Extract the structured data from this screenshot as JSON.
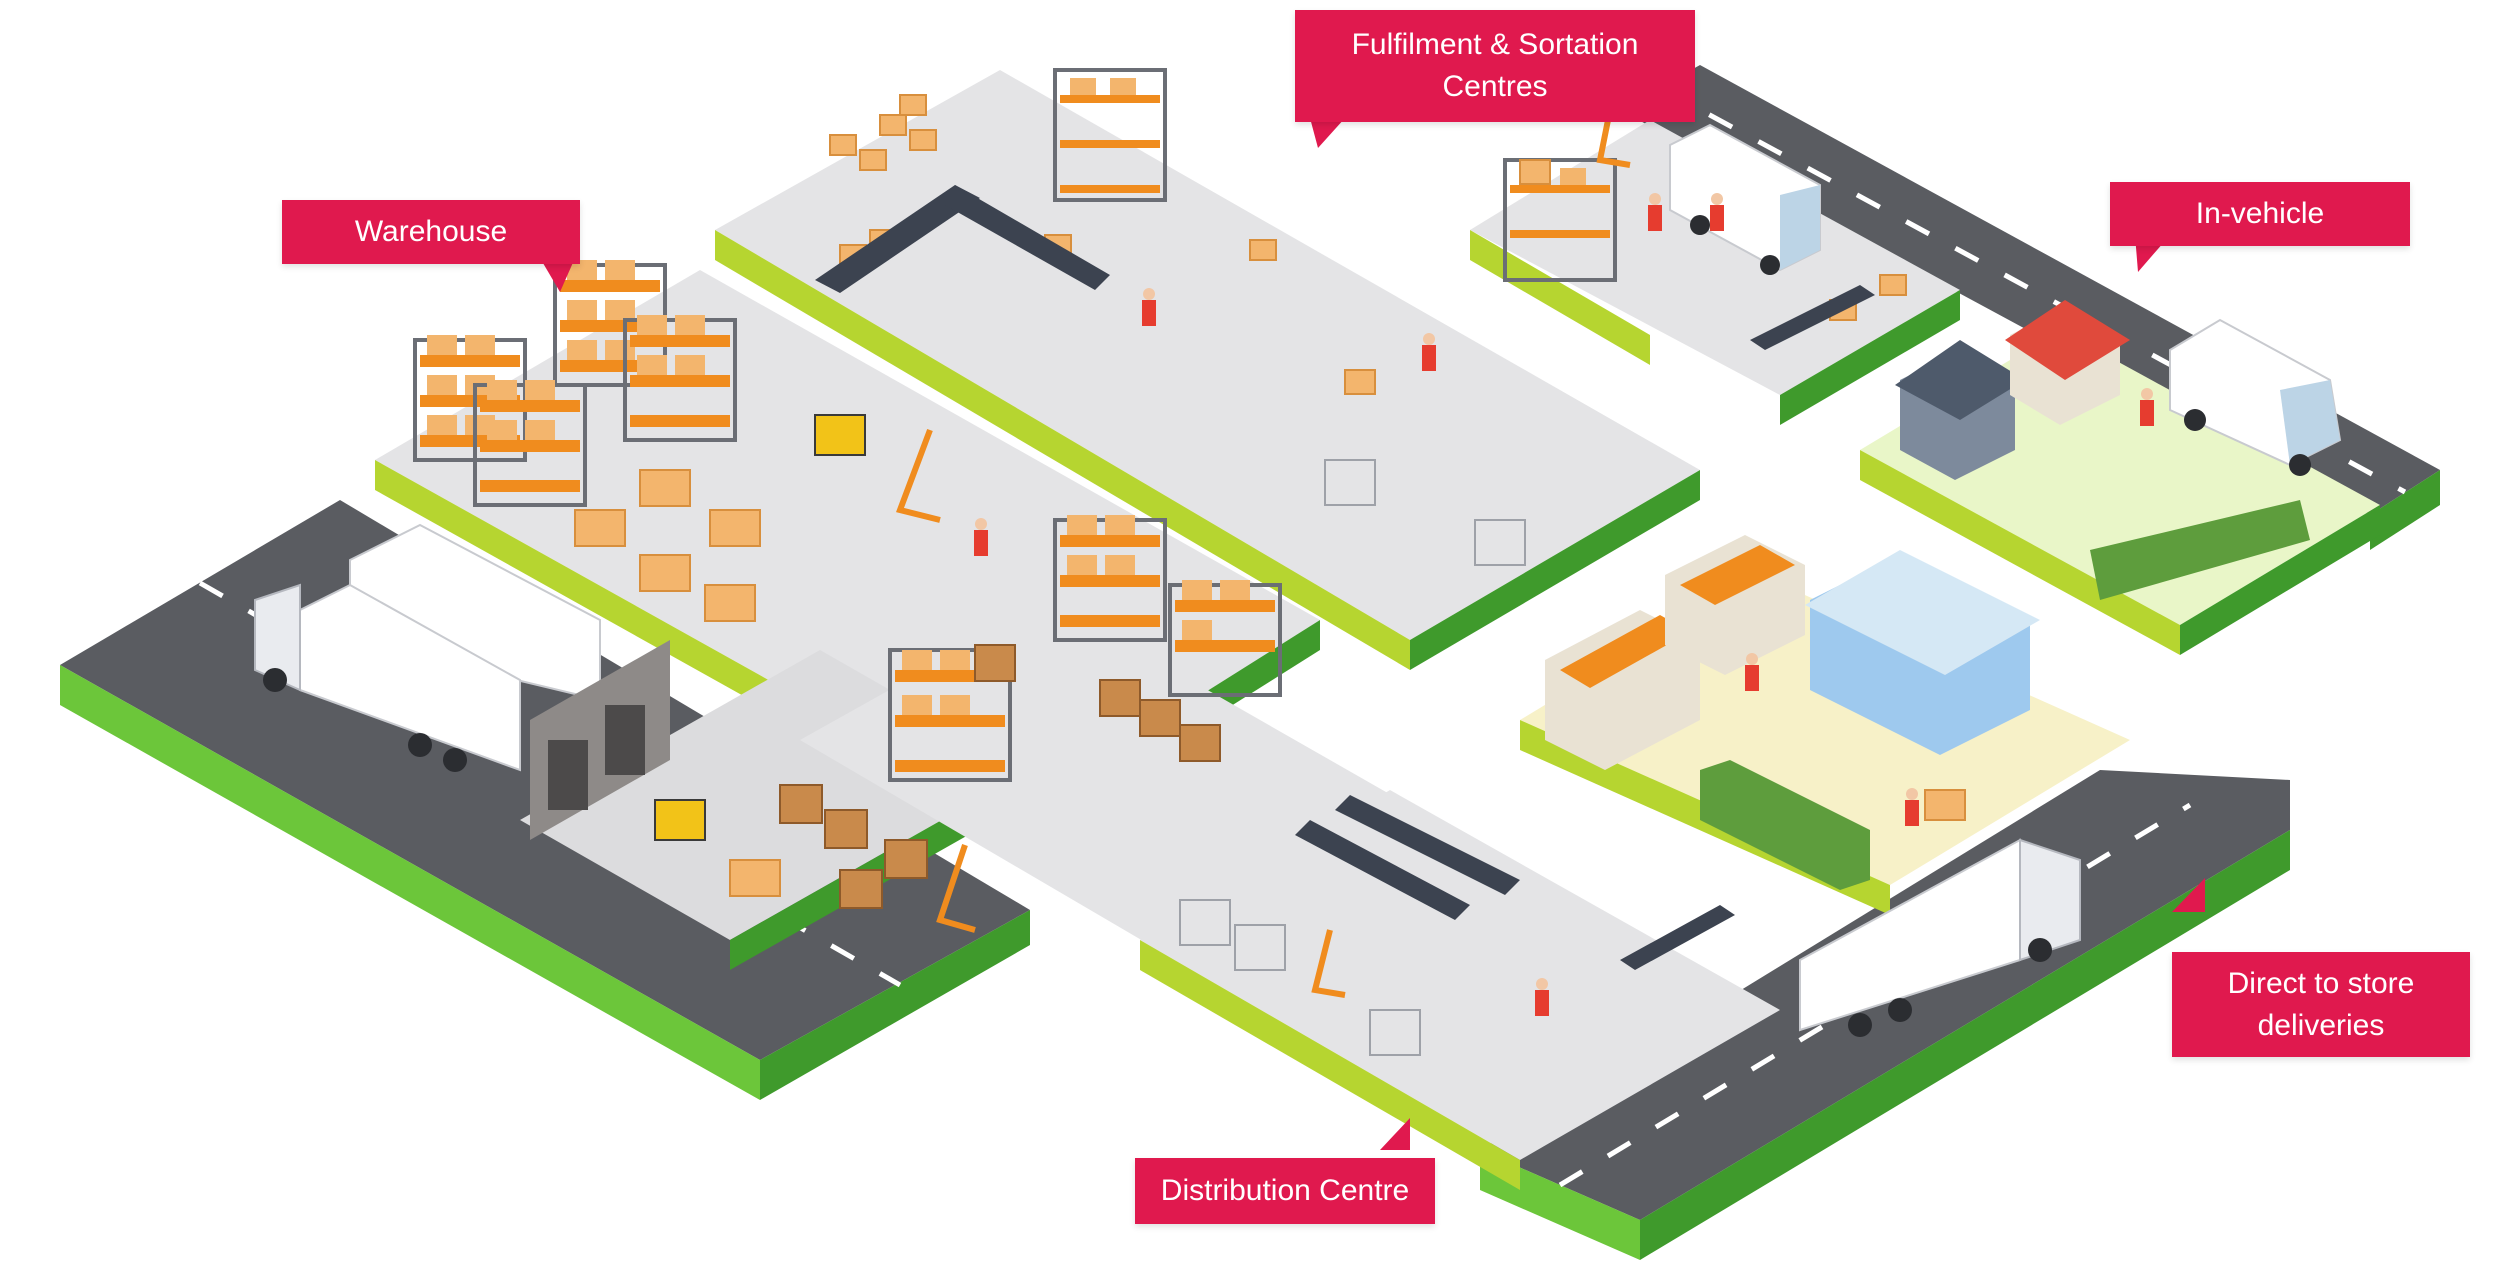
{
  "diagram": {
    "callouts": [
      {
        "id": "warehouse",
        "text": "Warehouse"
      },
      {
        "id": "fulfilment",
        "text": "Fulfilment & Sortation Centres"
      },
      {
        "id": "in-vehicle",
        "text": "In-vehicle"
      },
      {
        "id": "direct-store",
        "text": "Direct to store deliveries"
      },
      {
        "id": "distribution",
        "text": "Distribution Centre"
      }
    ]
  },
  "colors": {
    "callout": "#e0194e",
    "road": "#5a5c61",
    "road_side": "#3f4145",
    "floor": "#e4e4e6",
    "grass_edge": "#b6d530",
    "grass_side": "#3f9a2c",
    "rack": "#f08c1e",
    "box": "#f3b56d",
    "crate": "#c98a4b",
    "lawn": "#e9f6c8",
    "plaza": "#f7f1c8"
  }
}
